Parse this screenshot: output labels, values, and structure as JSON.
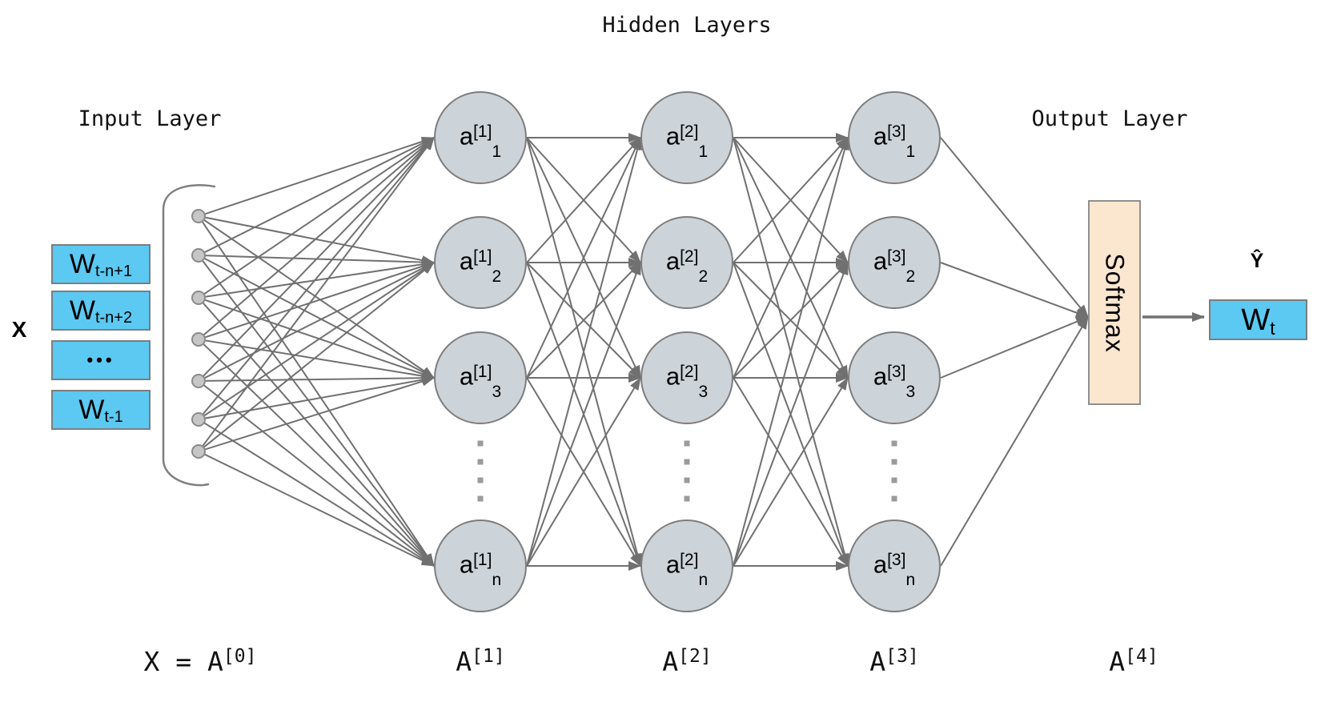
{
  "titles": {
    "hidden": "Hidden Layers",
    "input": "Input Layer",
    "output": "Output Layer"
  },
  "labels": {
    "x": "X",
    "y_hat": "Ŷ",
    "softmax": "Softmax"
  },
  "input_boxes": [
    {
      "main": "W",
      "sub": "t-n+1"
    },
    {
      "main": "W",
      "sub": "t-n+2"
    },
    {
      "main": "•••",
      "sub": ""
    },
    {
      "main": "W",
      "sub": "t-1"
    }
  ],
  "output_box": {
    "main": "W",
    "sub": "t"
  },
  "hidden_columns": [
    {
      "base": "a",
      "sup": "[1]",
      "units": [
        "1",
        "2",
        "3",
        "n"
      ]
    },
    {
      "base": "a",
      "sup": "[2]",
      "units": [
        "1",
        "2",
        "3",
        "n"
      ]
    },
    {
      "base": "a",
      "sup": "[3]",
      "units": [
        "1",
        "2",
        "3",
        "n"
      ]
    }
  ],
  "bottom_labels": [
    {
      "main": "X = A",
      "sup": "[0]"
    },
    {
      "main": "A",
      "sup": "[1]"
    },
    {
      "main": "A",
      "sup": "[2]"
    },
    {
      "main": "A",
      "sup": "[3]"
    },
    {
      "main": "A",
      "sup": "[4]"
    }
  ],
  "colors": {
    "box_blue": "#5bc9f2",
    "circle_fill": "#ccd3d9",
    "circle_stroke": "#7d7d7d",
    "softmax_fill": "#fbe6cf",
    "edge_gray": "#707070",
    "node_fill": "#c6c6c6",
    "node_stroke": "#8b8b8b",
    "dot_gray": "#9b9b9b"
  }
}
